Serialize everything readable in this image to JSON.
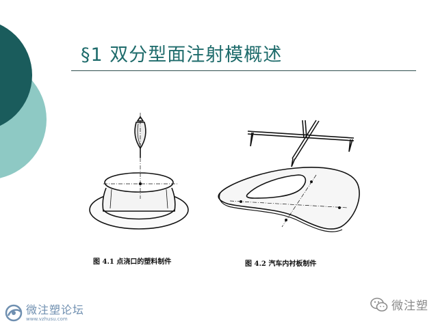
{
  "slide": {
    "title": "§1 双分型面注射模概述"
  },
  "figures": [
    {
      "number": "图 4.1",
      "caption": "点浇口的塑料制件"
    },
    {
      "number": "图 4.2",
      "caption": "汽车内衬板制件"
    }
  ],
  "watermarks": {
    "left": {
      "name": "微注塑论坛",
      "site": "www.vzhusu.com",
      "icon": "logo-icon"
    },
    "right": {
      "name": "微注塑",
      "icon": "wechat-icon"
    }
  },
  "colors": {
    "title": "#1e6b6b",
    "deco_dark": "#1a5c5c",
    "deco_light": "#8ec9c4"
  }
}
